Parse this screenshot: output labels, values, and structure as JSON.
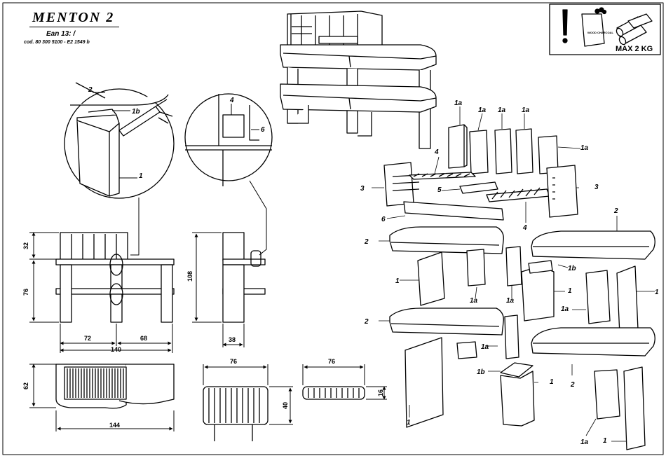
{
  "header": {
    "title": "MENTON 2",
    "ean": "Ean 13: /",
    "code": "cod. 80 300 5100 - E2 1549 b"
  },
  "warning": {
    "caption": "MAX 2 KG",
    "charcoal_label": "WOOD CHARCOAL",
    "icons": [
      "exclamation-icon",
      "charcoal-bag-icon",
      "wood-logs-icon"
    ]
  },
  "detail_callouts": {
    "left": [
      "2",
      "1b",
      "1"
    ],
    "right": [
      "4",
      "6"
    ]
  },
  "dimensions": {
    "front": {
      "height_top": "32",
      "height_bottom": "76",
      "width_left": "72",
      "width_right": "68",
      "width_total": "140"
    },
    "side": {
      "height": "108",
      "depth": "38"
    },
    "top": {
      "depth": "62",
      "width": "144"
    },
    "grill": {
      "width": "76",
      "height": "40"
    },
    "grate": {
      "width": "76",
      "height": "16"
    }
  },
  "parts": {
    "bricks": [
      "1a",
      "1a",
      "1a",
      "1a",
      "1a"
    ],
    "upper": [
      "4",
      "3",
      "5",
      "3",
      "6",
      "4"
    ],
    "lower": [
      "2",
      "2",
      "1",
      "1b",
      "1a",
      "1a",
      "1",
      "1a",
      "1",
      "2",
      "1a",
      "1b",
      "1",
      "1",
      "2",
      "1a",
      "1"
    ]
  }
}
